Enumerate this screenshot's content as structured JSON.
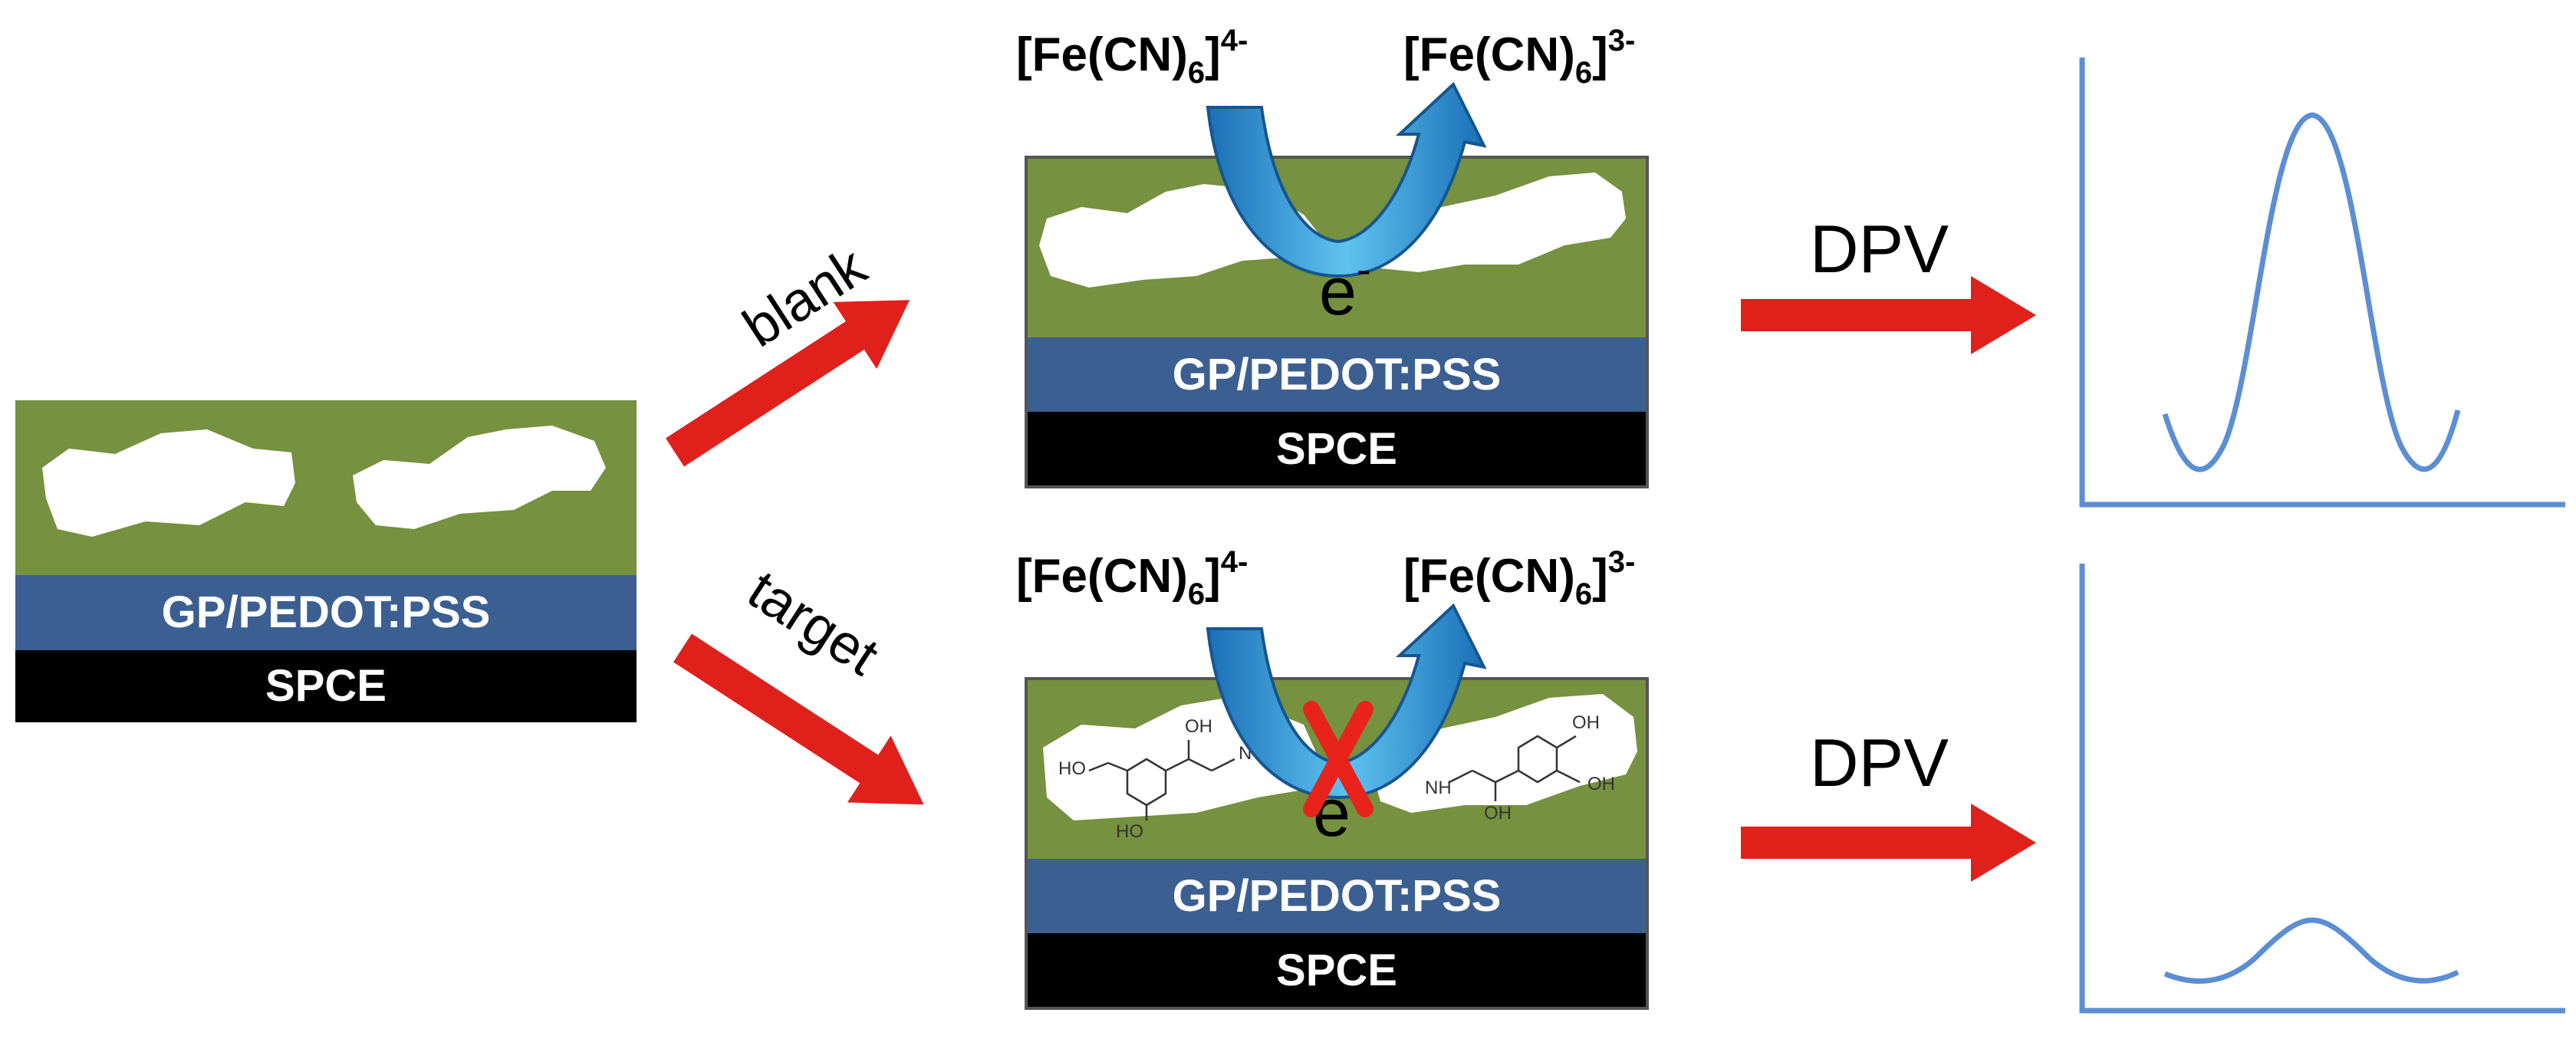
{
  "colors": {
    "film": "#76913F",
    "pedot": "#3C5F92",
    "spce": "#000000",
    "arrow": "#E0201B",
    "curve": "#5B8ED4",
    "loop": "#3FA0DC",
    "cross": "#E8231C"
  },
  "electrodes": {
    "start": {
      "pedot_label": "GP/PEDOT:PSS",
      "spce_label": "SPCE"
    },
    "blank": {
      "pedot_label": "GP/PEDOT:PSS",
      "spce_label": "SPCE"
    },
    "target": {
      "pedot_label": "GP/PEDOT:PSS",
      "spce_label": "SPCE"
    }
  },
  "branches": {
    "blank_label": "blank",
    "target_label": "target"
  },
  "redox": {
    "reduced": {
      "base": "[Fe(CN)",
      "sub": "6",
      "sup": "]4-",
      "charge": "4-"
    },
    "oxidized": {
      "base": "[Fe(CN)",
      "sub": "6",
      "sup": "]3-",
      "charge": "3-"
    },
    "electron": {
      "base": "e",
      "sup": "-"
    }
  },
  "readout": {
    "method_label": "DPV",
    "blank_peak": "high",
    "target_peak": "low"
  },
  "molecule": {
    "atoms": [
      "OH",
      "HO",
      "HO",
      "N",
      "NH",
      "OH",
      "OH",
      "OH"
    ]
  }
}
